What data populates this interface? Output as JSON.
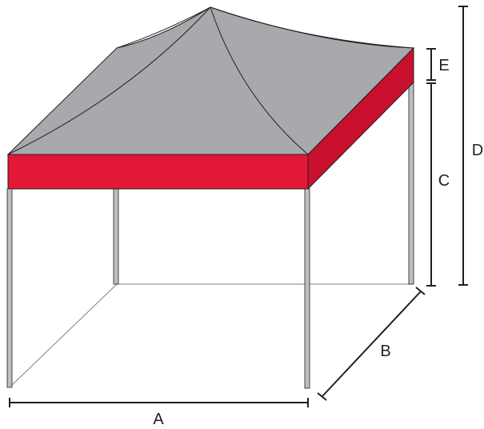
{
  "diagram": {
    "labels": {
      "a": "A",
      "b": "B",
      "c": "C",
      "d": "D",
      "e": "E"
    },
    "colors": {
      "roof": "#a7a9ac",
      "valance": "#e31837",
      "valance_shade": "#c8102e",
      "outline": "#231f20",
      "leg": "#bcbec0",
      "floor_line": "#808285"
    }
  }
}
